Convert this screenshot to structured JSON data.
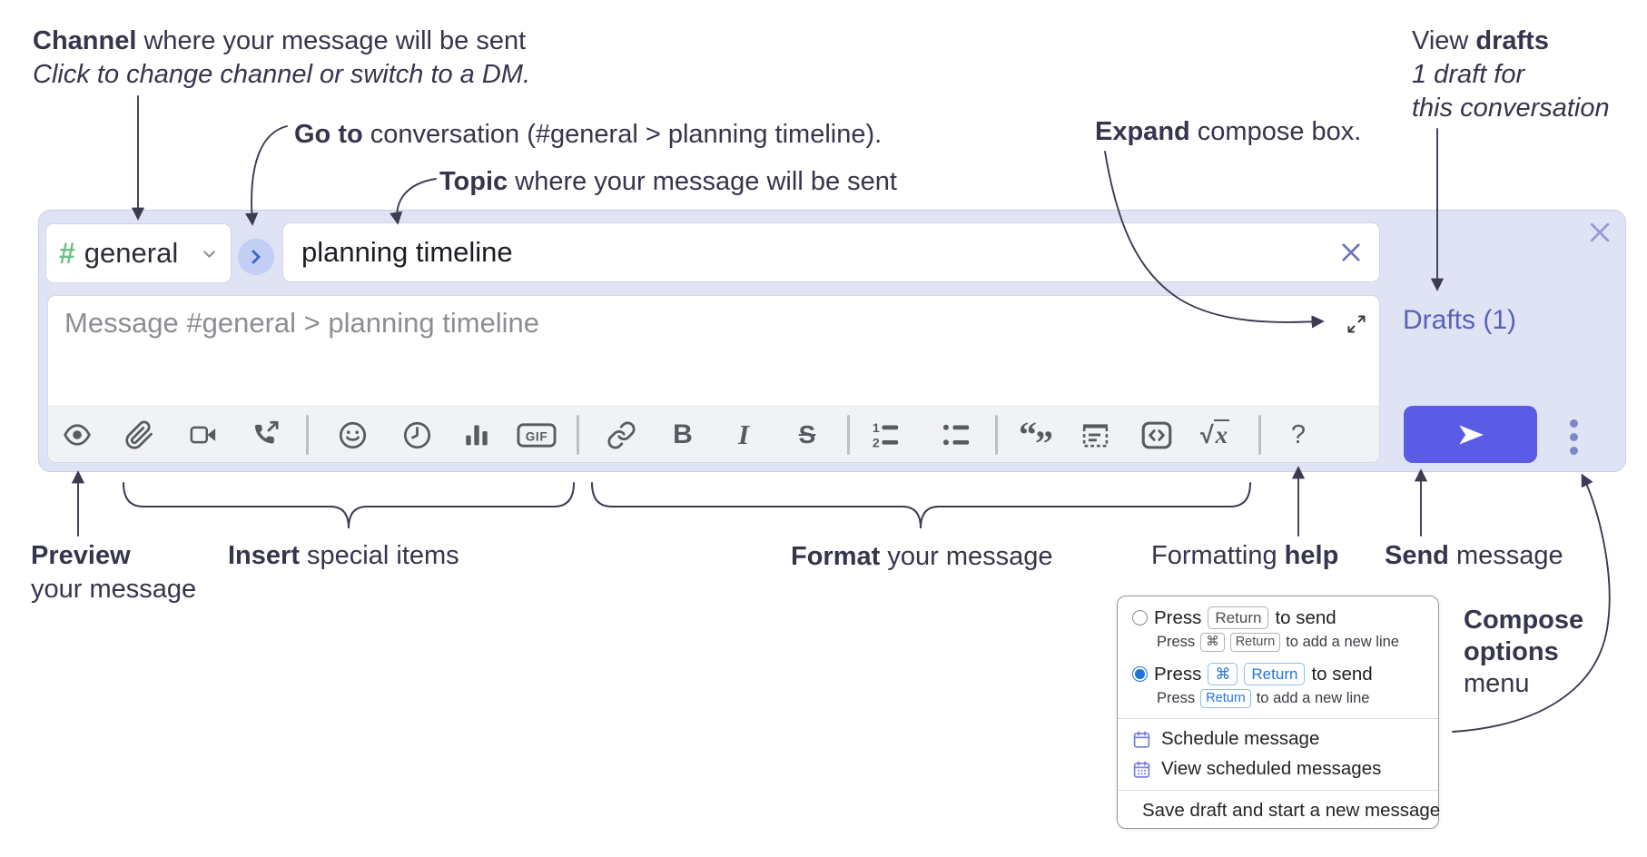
{
  "annotations": {
    "channel": {
      "bold": "Channel",
      "text": " where your message will be sent",
      "subtext": "Click to change channel or switch to a DM."
    },
    "goto": {
      "bold": "Go to",
      "text": " conversation (#general > planning timeline)."
    },
    "topic": {
      "bold": "Topic",
      "text": " where your message will be sent"
    },
    "expand": {
      "bold": "Expand",
      "text": " compose box."
    },
    "view_drafts": {
      "pre": "View ",
      "bold": "drafts",
      "line2": "1 draft for",
      "line3": "this conversation"
    },
    "preview": {
      "bold": "Preview",
      "line2": "your message"
    },
    "insert": {
      "bold": "Insert",
      "text": " special items"
    },
    "format": {
      "bold": "Format",
      "text": " your message"
    },
    "help": {
      "pre": "Formatting ",
      "bold": "help"
    },
    "send": {
      "bold": "Send",
      "text": " message"
    },
    "compose_options": {
      "line1": "Compose",
      "line2": "options",
      "line3": "menu"
    }
  },
  "compose": {
    "channel_hash": "#",
    "channel_name": "general",
    "topic_value": "planning timeline",
    "message_placeholder": "Message #general > planning timeline",
    "drafts_label": "Drafts (1)",
    "toolbar_glyphs": {
      "bold": "B",
      "italic": "I",
      "strike": "S",
      "gif": "GIF",
      "math_root": "√",
      "math_var": "x",
      "quote_open": "“",
      "quote_close": "”",
      "help": "?"
    }
  },
  "options_menu": {
    "option_return": {
      "pre": "Press",
      "key": "Return",
      "post": "to send",
      "sub_pre": "Press",
      "sub_key1": "⌘",
      "sub_key2": "Return",
      "sub_post": "to add a new line"
    },
    "option_cmd_return": {
      "pre": "Press",
      "key1": "⌘",
      "key2": "Return",
      "post": "to send",
      "sub_pre": "Press",
      "sub_key": "Return",
      "sub_post": "to add a new line"
    },
    "items": [
      "Schedule message",
      "View scheduled messages",
      "Save draft and start a new message"
    ]
  },
  "colors": {
    "accent_send": "#5b5ce6",
    "container_bg": "#e0e3f3",
    "drafts_link": "#5a61ba",
    "key_blue": "#2176d9",
    "radio_selected": "#1e74d8",
    "menu_icon": "#7b80e3",
    "channel_hash_green": "#6ec184",
    "goto_chevron_blue": "#3c68cc",
    "annotation_text": "#35354d"
  }
}
